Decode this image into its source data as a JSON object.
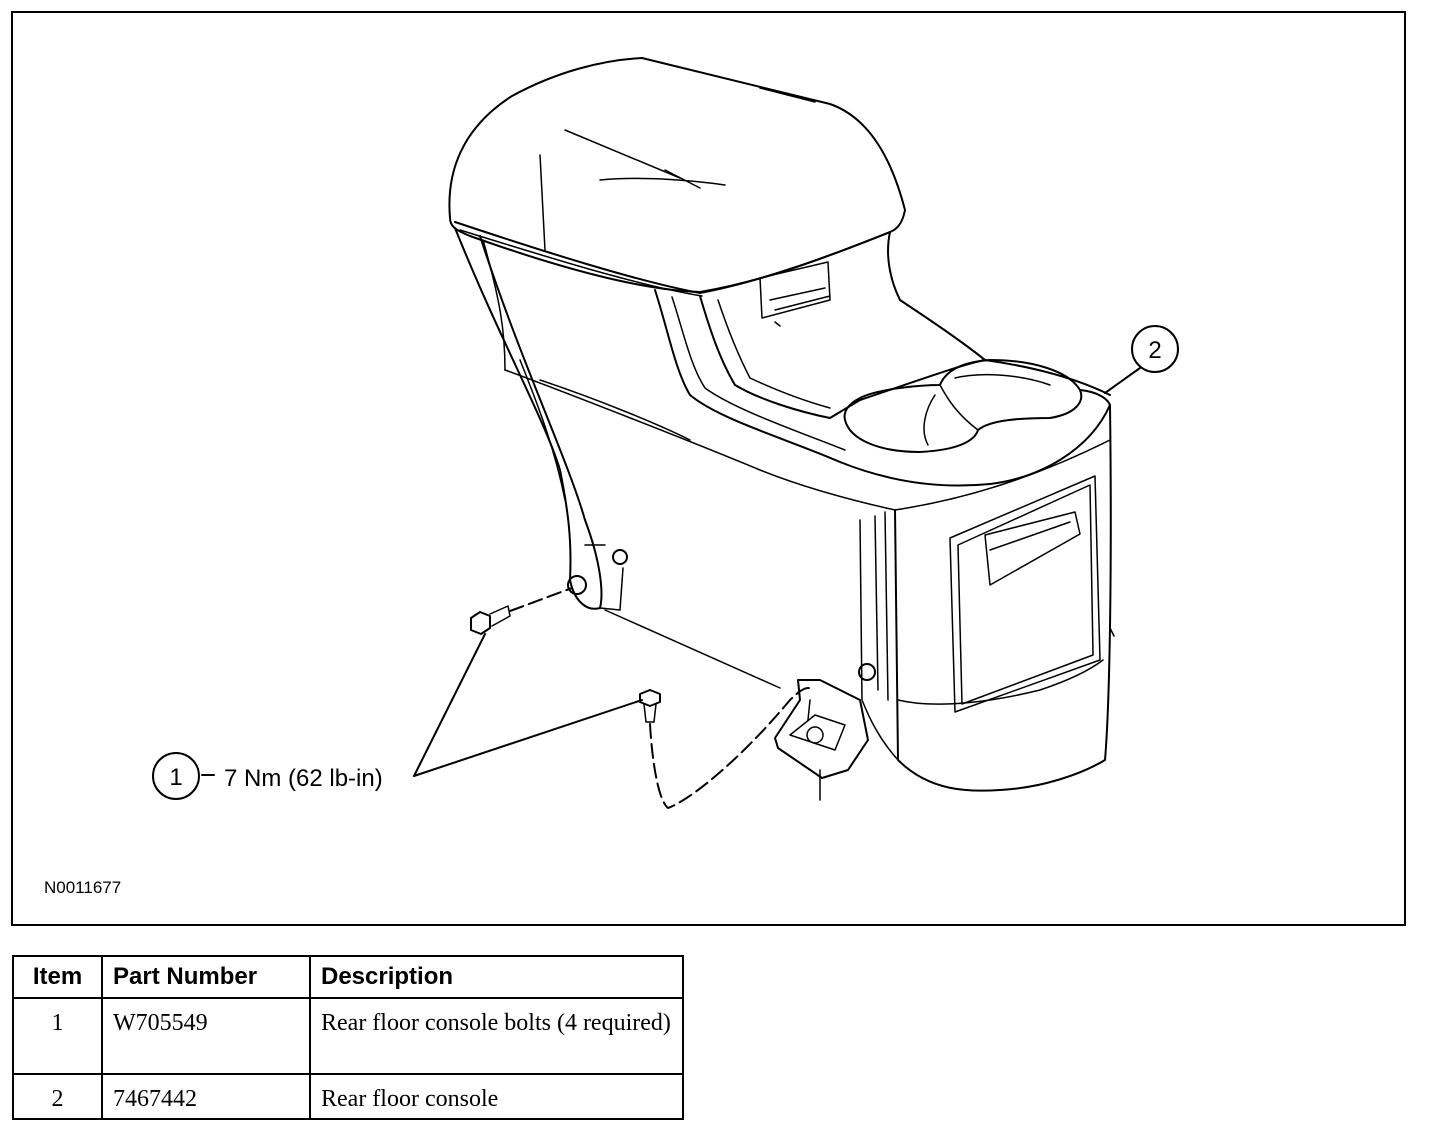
{
  "figure": {
    "id": "N0011677",
    "callouts": [
      {
        "number": "1",
        "label": "7 Nm (62 lb-in)"
      },
      {
        "number": "2",
        "label": ""
      }
    ]
  },
  "parts_table": {
    "headers": {
      "item": "Item",
      "part_number": "Part Number",
      "description": "Description"
    },
    "rows": [
      {
        "item": "1",
        "part_number": "W705549",
        "description": "Rear floor console bolts (4 required)"
      },
      {
        "item": "2",
        "part_number": "7467442",
        "description": "Rear floor console"
      }
    ]
  }
}
